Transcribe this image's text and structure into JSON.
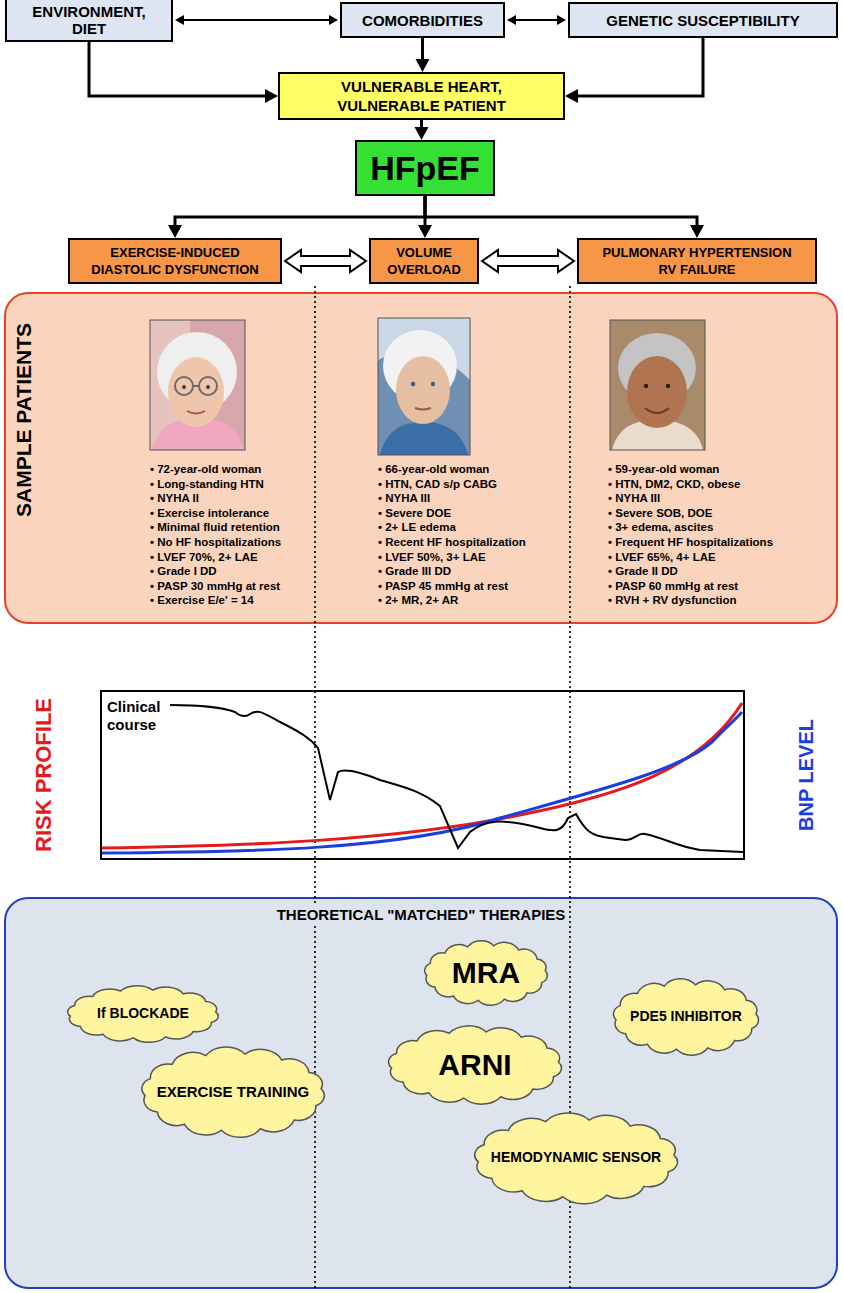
{
  "diagram": {
    "nodes": [
      {
        "text": [
          "ENVIRONMENT, DIET"
        ]
      },
      {
        "text": [
          "COMORBIDITIES"
        ]
      },
      {
        "text": [
          "GENETIC SUSCEPTIBILITY"
        ]
      },
      {
        "text": [
          "VULNERABLE HEART, VULNERABLE PATIENT"
        ]
      },
      {
        "text": [
          "HFpEF"
        ]
      },
      {
        "text": [
          "EXERCISE-INDUCED DIASTOLIC DYSFUNCTION"
        ]
      },
      {
        "text": [
          "VOLUME OVERLOAD"
        ]
      },
      {
        "text": [
          "PULMONARY HYPERTENSION RV FAILURE"
        ]
      },
      {
        "text": [
          "SAMPLE PATIENTS"
        ]
      },
      {
        "text": [
          "Clinical course"
        ]
      },
      {
        "text": [
          "THEORETICAL \"MATCHED\" THERAPIES"
        ]
      },
      {
        "text": [
          "MRA"
        ],
        "in": 10
      },
      {
        "text": [
          "If BLOCKADE"
        ],
        "in": 10
      },
      {
        "text": [
          "PDE5 INHIBITOR"
        ],
        "in": 10
      },
      {
        "text": [
          "ARNI"
        ],
        "in": 10
      },
      {
        "text": [
          "EXERCISE TRAINING"
        ],
        "in": 10
      },
      {
        "text": [
          "HEMODYNAMIC SENSOR"
        ],
        "in": 10
      }
    ],
    "edges": [
      {
        "from": 0,
        "to": 1,
        "arrow": "both"
      },
      {
        "from": 1,
        "to": 2,
        "arrow": "both"
      },
      {
        "from": 0,
        "to": 3,
        "arrow": "to"
      },
      {
        "from": 1,
        "to": 3,
        "arrow": "to"
      },
      {
        "from": 2,
        "to": 3,
        "arrow": "to"
      },
      {
        "from": 3,
        "to": 4,
        "arrow": "to"
      },
      {
        "from": 4,
        "to": 5,
        "arrow": "to"
      },
      {
        "from": 4,
        "to": 6,
        "arrow": "to"
      },
      {
        "from": 4,
        "to": 7,
        "arrow": "to"
      },
      {
        "from": 5,
        "to": 6,
        "arrow": "both"
      },
      {
        "from": 6,
        "to": 7,
        "arrow": "both"
      }
    ],
    "labels": [
      "• 72-year-old woman",
      "• Long-standing HTN",
      "• NYHA II",
      "• Exercise intolerance",
      "• Minimal fluid retention",
      "• No HF hospitalizations",
      "• LVEF 70%, 2+ LAE",
      "• Grade I DD",
      "• PASP 30 mmHg at rest",
      "• Exercise E/e' = 14",
      "• 66-year-old woman",
      "• HTN, CAD s/p CABG",
      "• NYHA III",
      "• Severe DOE",
      "• 2+ LE edema",
      "• Recent HF hospitalization",
      "• LVEF 50%, 3+ LAE",
      "• Grade III DD",
      "• PASP 45 mmHg at rest",
      "• 2+ MR, 2+ AR",
      "• 59-year-old woman",
      "• HTN, DM2, CKD, obese",
      "• NYHA III",
      "• Severe SOB, DOE",
      "• 3+ edema, ascites",
      "• Frequent HF hospitalizations",
      "• LVEF 65%, 4+ LAE",
      "• Grade II DD",
      "• PASP 60 mmHg at rest",
      "• RVH + RV dysfunction",
      "RISK PROFILE",
      "BNP LEVEL"
    ]
  }
}
